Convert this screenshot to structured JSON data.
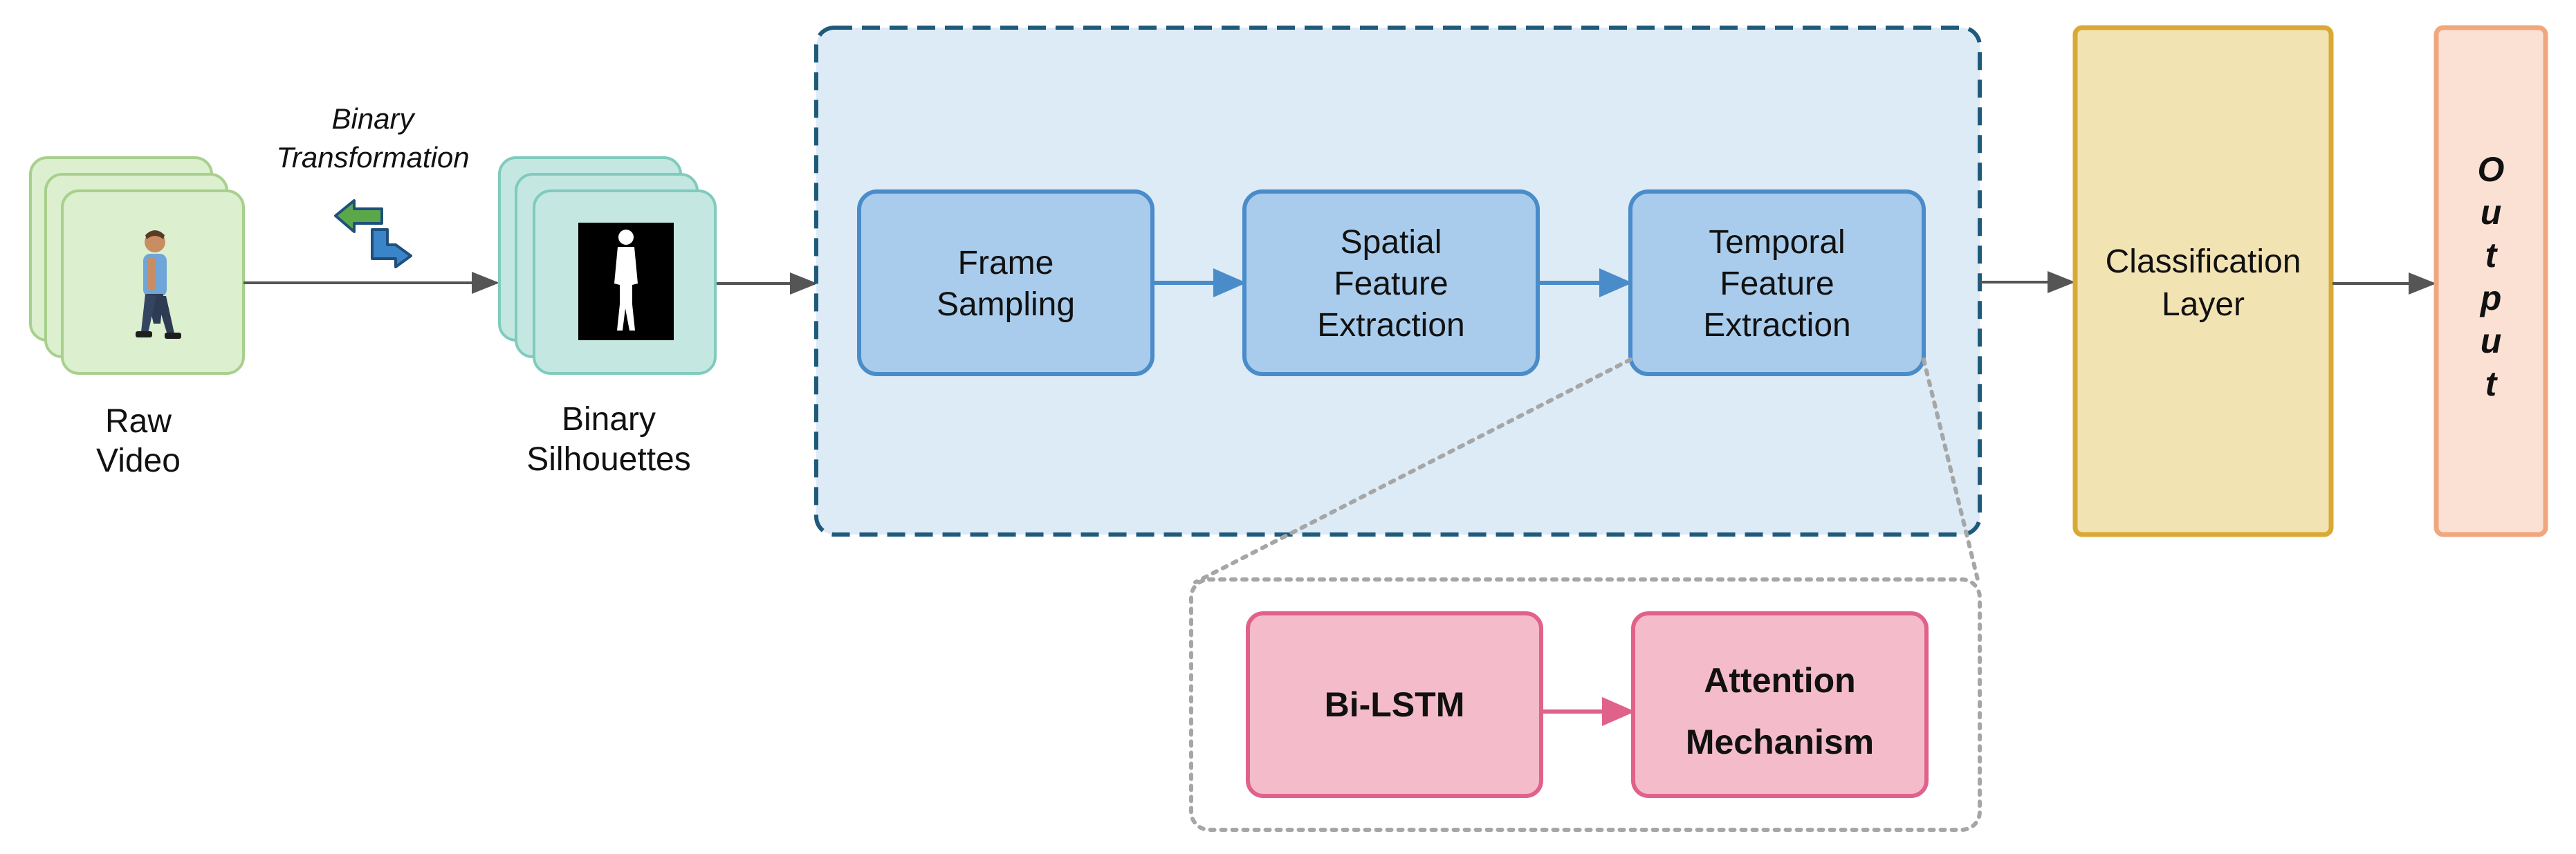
{
  "nodes": {
    "raw_video": {
      "label_line1": "Raw",
      "label_line2": "Video"
    },
    "binary_transformation": {
      "label_line1": "Binary",
      "label_line2": "Transformation"
    },
    "binary_silhouettes": {
      "label_line1": "Binary",
      "label_line2": "Silhouettes"
    },
    "frame_sampling": {
      "line1": "Frame",
      "line2": "Sampling"
    },
    "spatial_feature_extraction": {
      "line1": "Spatial",
      "line2": "Feature",
      "line3": "Extraction"
    },
    "temporal_feature_extraction": {
      "line1": "Temporal",
      "line2": "Feature",
      "line3": "Extraction"
    },
    "classification_layer": {
      "line1": "Classification",
      "line2": "Layer"
    },
    "output": {
      "letters": [
        "O",
        "u",
        "t",
        "p",
        "u",
        "t"
      ]
    },
    "bi_lstm": {
      "label": "Bi-LSTM"
    },
    "attention_mechanism": {
      "line1": "Attention",
      "line2": "Mechanism"
    }
  },
  "colors": {
    "raw_video_fill": "#dcefcf",
    "raw_video_stroke": "#a8d08d",
    "silhouette_fill": "#c4e8e1",
    "silhouette_stroke": "#7fcbbd",
    "pipeline_container_fill": "#dcebf6",
    "pipeline_container_stroke": "#1f5a7a",
    "step_fill": "#a9ccec",
    "step_stroke": "#4a8cc9",
    "classification_fill": "#f2e3b3",
    "classification_stroke": "#d9a935",
    "output_fill": "#fbe1d3",
    "output_stroke": "#f0a77e",
    "detail_fill": "#f4bccb",
    "detail_stroke": "#e0628a",
    "detail_container_stroke": "#a6a6a6",
    "arrow_gray": "#555555",
    "arrow_blue": "#4a8cc9",
    "arrow_pink": "#e0628a"
  },
  "icons": {
    "walking_person": "walking-person-icon",
    "swap_arrows": "swap-arrows-icon",
    "silhouette": "silhouette-icon"
  }
}
